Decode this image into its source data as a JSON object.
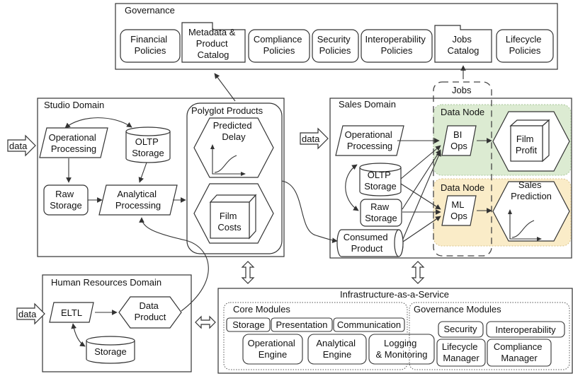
{
  "colors": {
    "data_node_green": "#dcebd2",
    "data_node_yellow": "#faecc8",
    "stroke": "#333333"
  },
  "governance": {
    "title": "Governance",
    "policies": [
      [
        "Financial",
        "Policies"
      ],
      [
        "Metadata &",
        "Product",
        "Catalog"
      ],
      [
        "Compliance",
        "Policies"
      ],
      [
        "Security",
        "Policies"
      ],
      [
        "Interoperability",
        "Policies"
      ],
      [
        "Jobs",
        "Catalog"
      ],
      [
        "Lifecycle",
        "Policies"
      ]
    ]
  },
  "studio": {
    "title": "Studio Domain",
    "data_label": "data",
    "operational": [
      "Operational",
      "Processing"
    ],
    "oltp": [
      "OLTP",
      "Storage"
    ],
    "raw": [
      "Raw",
      "Storage"
    ],
    "analytical": [
      "Analytical",
      "Processing"
    ],
    "polyglot_title": "Polyglot Products",
    "predicted_delay": [
      "Predicted",
      "Delay"
    ],
    "film_costs": [
      "Film",
      "Costs"
    ]
  },
  "sales": {
    "title": "Sales Domain",
    "data_label": "data",
    "operational": [
      "Operational",
      "Processing"
    ],
    "oltp": [
      "OLTP",
      "Storage"
    ],
    "raw": [
      "Raw",
      "Storage"
    ],
    "consumed": [
      "Consumed",
      "Product"
    ],
    "jobs_title": "Jobs",
    "data_node_1": "Data Node",
    "data_node_2": "Data Node",
    "bi_ops": [
      "BI",
      "Ops"
    ],
    "ml_ops": [
      "ML",
      "Ops"
    ],
    "film_profit": [
      "Film",
      "Profit"
    ],
    "sales_prediction": [
      "Sales",
      "Prediction"
    ]
  },
  "hr": {
    "title": "Human Resources Domain",
    "data_label": "data",
    "eltl": "ELTL",
    "data_product": [
      "Data",
      "Product"
    ],
    "storage": "Storage"
  },
  "iaas": {
    "title": "Infrastructure-as-a-Service",
    "core_title": "Core Modules",
    "core_modules": [
      "Storage",
      "Presentation",
      "Communication"
    ],
    "operational_engine": [
      "Operational",
      "Engine"
    ],
    "analytical_engine": [
      "Analytical",
      "Engine"
    ],
    "logging": [
      "Logging",
      "& Monitoring"
    ],
    "gov_title": "Governance Modules",
    "security": "Security",
    "interoperability": "Interoperability",
    "lifecycle_manager": [
      "Lifecycle",
      "Manager"
    ],
    "compliance_manager": [
      "Compliance",
      "Manager"
    ]
  }
}
